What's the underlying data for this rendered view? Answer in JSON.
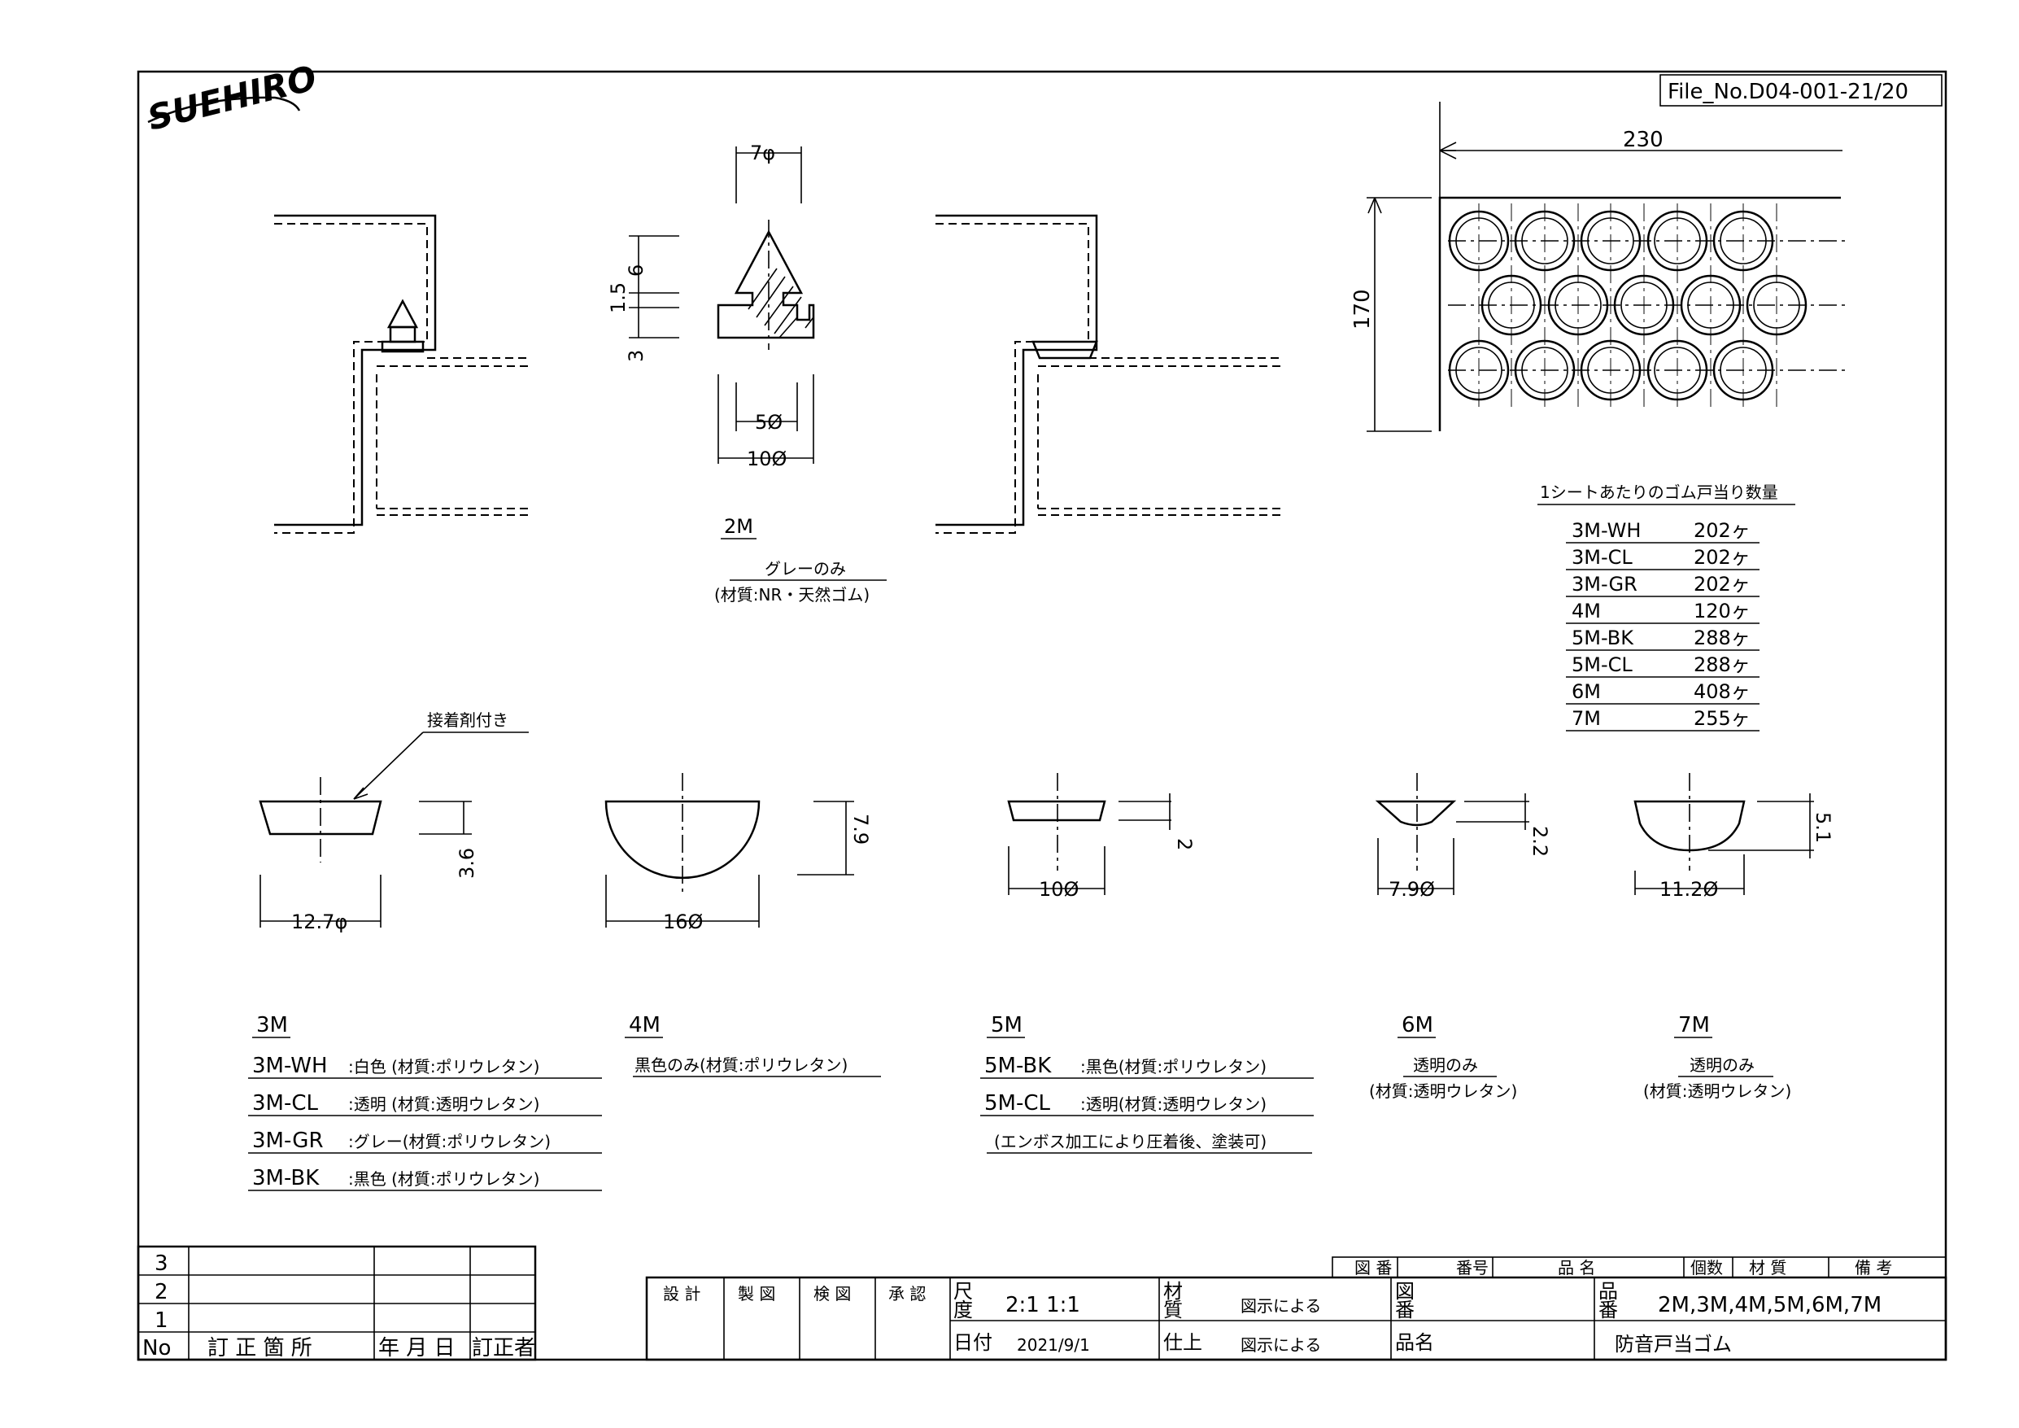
{
  "header": {
    "logo": "SUEHIRO",
    "file_no": "File_No.D04-001-21/20"
  },
  "labels": {
    "dim_2m_7": "7φ",
    "dim_2m_6": "6",
    "dim_2m_15": "1.5",
    "dim_2m_3": "3",
    "dim_2m_5": "5Ø",
    "dim_2m_10": "10Ø",
    "sheet_230": "230",
    "sheet_170": "170",
    "m2_name": "2M",
    "m2_note1": "グレーのみ",
    "m2_note2": "(材質:NR・天然ゴム)",
    "adhesive": "接着剤付き",
    "dim_3m_127": "12.7φ",
    "dim_3m_36": "3.6",
    "dim_4m_16": "16Ø",
    "dim_4m_79": "7.9",
    "dim_5m_10": "10Ø",
    "dim_5m_2": "2",
    "dim_6m_79": "7.9Ø",
    "dim_6m_22": "2.2",
    "dim_7m_112": "11.2Ø",
    "dim_7m_51": "5.1"
  },
  "qty_table": {
    "title": "1シートあたりのゴム戸当り数量",
    "rows": [
      {
        "code": "3M-WH",
        "qty": "202ヶ"
      },
      {
        "code": "3M-CL",
        "qty": "202ヶ"
      },
      {
        "code": "3M-GR",
        "qty": "202ヶ"
      },
      {
        "code": "4M",
        "qty": "120ヶ"
      },
      {
        "code": "5M-BK",
        "qty": "288ヶ"
      },
      {
        "code": "5M-CL",
        "qty": "288ヶ"
      },
      {
        "code": "6M",
        "qty": "408ヶ"
      },
      {
        "code": "7M",
        "qty": "255ヶ"
      }
    ]
  },
  "models": {
    "m3": {
      "name": "3M",
      "lines": [
        {
          "code": "3M-WH",
          "desc": ":白色 (材質:ポリウレタン)"
        },
        {
          "code": "3M-CL",
          "desc": ":透明 (材質:透明ウレタン)"
        },
        {
          "code": "3M-GR",
          "desc": ":グレー(材質:ポリウレタン)"
        },
        {
          "code": "3M-BK",
          "desc": ":黒色 (材質:ポリウレタン)"
        }
      ]
    },
    "m4": {
      "name": "4M",
      "note": "黒色のみ(材質:ポリウレタン)"
    },
    "m5": {
      "name": "5M",
      "lines": [
        {
          "code": "5M-BK",
          "desc": ":黒色(材質:ポリウレタン)"
        },
        {
          "code": "5M-CL",
          "desc": ":透明(材質:透明ウレタン)"
        }
      ],
      "note": "(エンボス加工により圧着後、塗装可)"
    },
    "m6": {
      "name": "6M",
      "note1": "透明のみ",
      "note2": "(材質:透明ウレタン)"
    },
    "m7": {
      "name": "7M",
      "note1": "透明のみ",
      "note2": "(材質:透明ウレタン)"
    }
  },
  "revision_block": {
    "rows": [
      "3",
      "2",
      "1"
    ],
    "headers": {
      "no": "No",
      "place": "訂 正 箇 所",
      "date": "年 月 日",
      "by": "訂正者"
    }
  },
  "title_block": {
    "approvals": [
      "設 計",
      "製 図",
      "検 図",
      "承 認"
    ],
    "header_cols": [
      "図 番",
      "番号",
      "品 名",
      "個数",
      "材 質",
      "備 考"
    ],
    "scale_label1": "尺",
    "scale_label2": "度",
    "scale_value": "2:1 1:1",
    "date_label": "日付",
    "date_value": "2021/9/1",
    "material_label1": "材",
    "material_label2": "質",
    "material_value": "図示による",
    "finish_label": "仕上",
    "finish_value": "図示による",
    "drawing_label1": "図",
    "drawing_label2": "番",
    "name_label": "品名",
    "part_label1": "品",
    "part_label2": "番",
    "part_value": "2M,3M,4M,5M,6M,7M",
    "product_name": "防音戸当ゴム"
  }
}
